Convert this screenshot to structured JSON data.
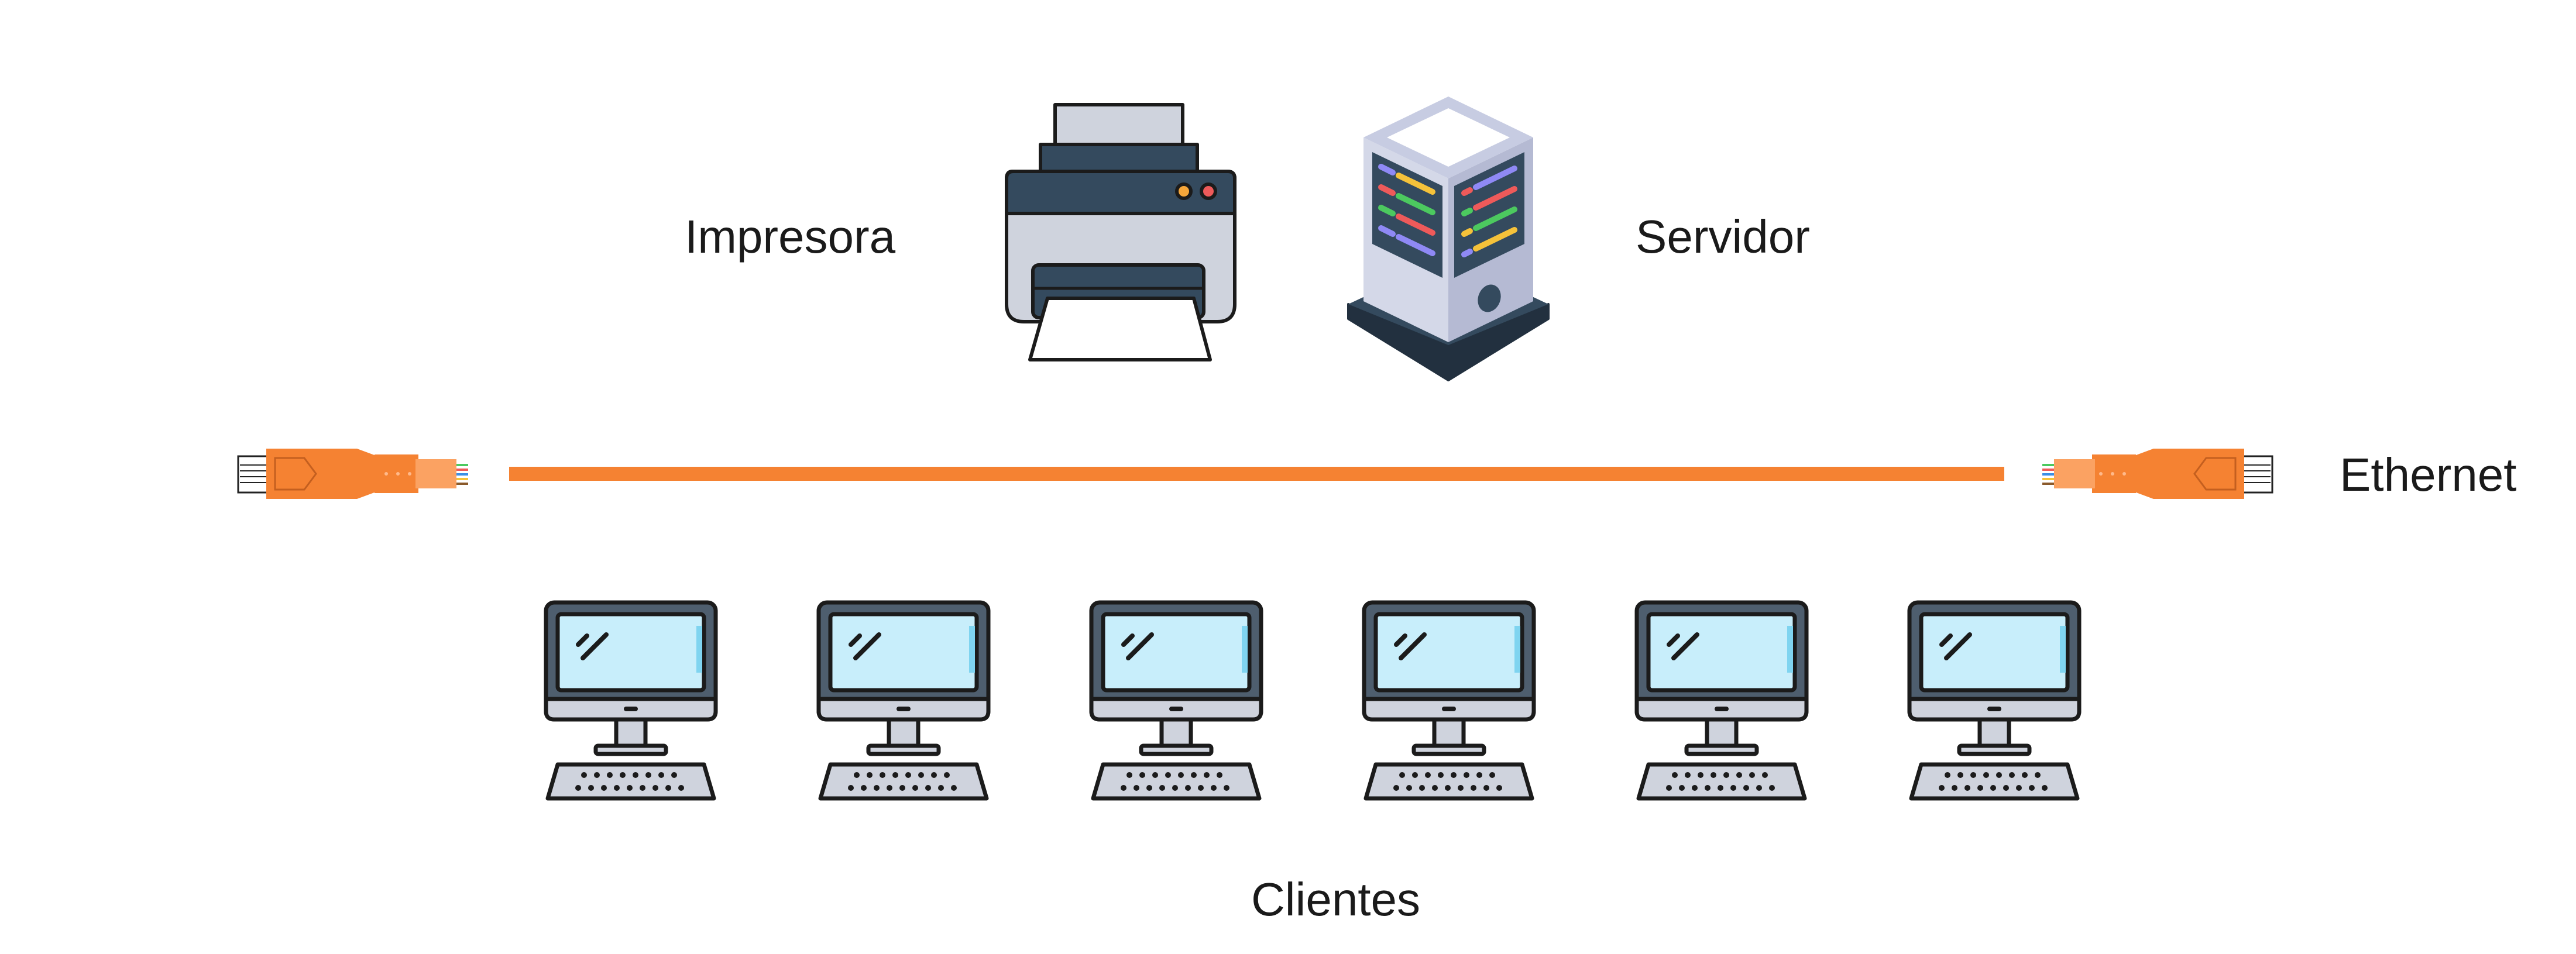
{
  "nodes": {
    "printer": {
      "label": "Impresora",
      "icon": "printer-icon"
    },
    "server": {
      "label": "Servidor",
      "icon": "server-icon"
    },
    "network": {
      "label": "Ethernet",
      "icon": "ethernet-cable-icon"
    },
    "clients": {
      "label": "Clientes",
      "icon": "desktop-computer-icon",
      "count": 6
    }
  },
  "colors": {
    "cable": "#F58232",
    "cable_light": "#FBA262",
    "outline": "#1B1B1B",
    "dark_panel": "#344A5E",
    "light_gray": "#CFD3DD",
    "screen": "#C8EEFB",
    "server_side": "#BABFD8",
    "server_top": "#FFFFFF"
  }
}
